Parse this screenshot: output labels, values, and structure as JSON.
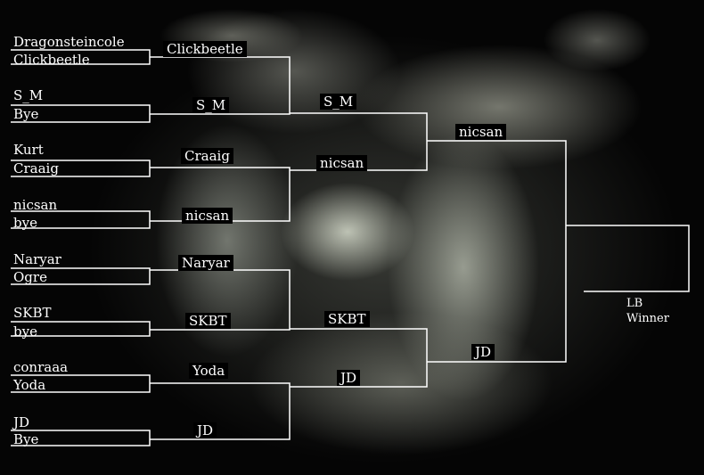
{
  "round1": [
    {
      "top": "Dragonsteincole",
      "bottom": "Clickbeetle"
    },
    {
      "top": "S_M",
      "bottom": "Bye"
    },
    {
      "top": "Kurt",
      "bottom": "Craaig"
    },
    {
      "top": "nicsan",
      "bottom": "bye"
    },
    {
      "top": "Naryar",
      "bottom": "Ogre"
    },
    {
      "top": "SKBT",
      "bottom": "bye"
    },
    {
      "top": "conraaa",
      "bottom": "Yoda"
    },
    {
      "top": "JD",
      "bottom": "Bye"
    }
  ],
  "round2": [
    "Clickbeetle",
    "S_M",
    "Craaig",
    "nicsan",
    "Naryar",
    "SKBT",
    "Yoda",
    "JD"
  ],
  "round3": [
    "S_M",
    "nicsan",
    "SKBT",
    "JD"
  ],
  "round4": [
    "nicsan",
    "JD"
  ],
  "final_note": {
    "line1": "LB",
    "line2": "Winner"
  },
  "colors": {
    "line": "#ffffff",
    "label_bg": "#000000"
  }
}
